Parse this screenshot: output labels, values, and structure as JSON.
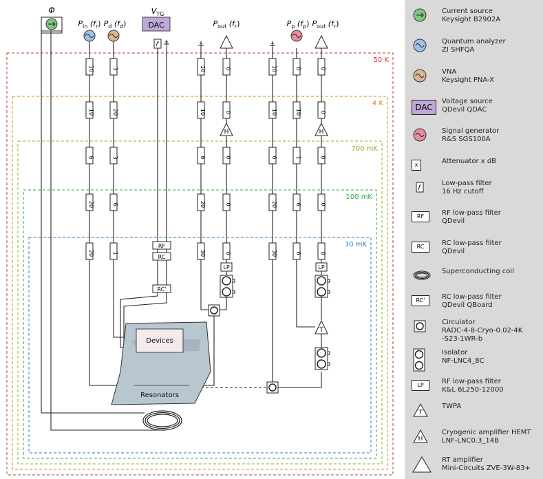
{
  "sources": {
    "phi": "Φ",
    "pin_main": "P",
    "pin_sub": "in",
    "pin_arg": " (f",
    "pin_arg_sub": "r",
    "pin_end": ")",
    "pd_main": "P",
    "pd_sub": "d",
    "pd_arg": " (f",
    "pd_arg_sub": "d",
    "pd_end": ")",
    "vtg_main": "V",
    "vtg_sub": "TG",
    "dac": "DAC",
    "pout1_main": "P",
    "pout1_sub": "out",
    "pout1_arg": " (f",
    "pout1_arg_sub": "r",
    "pout1_end": ")",
    "pp_main": "P",
    "pp_sub": "p",
    "pp_arg": " (f",
    "pp_arg_sub": "p",
    "pp_end": ")",
    "pout2_main": "P",
    "pout2_sub": "out",
    "pout2_arg": " (f",
    "pout2_arg_sub": "r",
    "pout2_end": ")"
  },
  "stages": {
    "s50k": "50 K",
    "s4k": "4 K",
    "s700mk": "700 mK",
    "s100mk": "100 mK",
    "s30mk": "30 mK",
    "colors": {
      "s50k": "#c0392b",
      "s4k": "#d4861a",
      "s700mk": "#9aab1c",
      "s100mk": "#2eaa3a",
      "s30mk": "#2a7bbf"
    }
  },
  "attenuators": {
    "pin": [
      "10",
      "10",
      "6",
      "20",
      "20"
    ],
    "pd": [
      "3",
      "20",
      "3",
      "6",
      "1"
    ],
    "line_a": [
      "10",
      "10",
      "6",
      "20",
      "30"
    ],
    "pout1": [
      "0",
      "0",
      "0",
      "0",
      "0"
    ],
    "line_b": [
      "10",
      "10",
      "6",
      "20",
      "30"
    ],
    "pp": [
      "0",
      "10",
      "1",
      "6",
      "6"
    ],
    "pout2": [
      "0",
      "0",
      "0",
      "0",
      "0"
    ]
  },
  "components": {
    "rf": "RF",
    "rc": "RC",
    "rc_prime": "RC'",
    "lp1": "LP",
    "lp2": "LP",
    "hemt": "H",
    "twpa": "T",
    "devices": "Devices",
    "resonators": "Resonators"
  },
  "legend": [
    {
      "icon": "current-source",
      "line1": "Current source",
      "line2": "Keysight B2902A"
    },
    {
      "icon": "quantum-analyzer",
      "line1": "Quantum analyzer",
      "line2": "ZI SHFQA"
    },
    {
      "icon": "vna",
      "line1": "VNA",
      "line2": "Keysight PNA-X"
    },
    {
      "icon": "dac",
      "label": "DAC",
      "line1": "Voltage source",
      "line2": "QDevil QDAC"
    },
    {
      "icon": "signal-generator",
      "line1": "Signal generator",
      "line2": "R&S SGS100A"
    },
    {
      "icon": "attenuator",
      "label": "x",
      "line1": "Attenuator x dB",
      "line2": ""
    },
    {
      "icon": "low-pass-filter",
      "line1": "Low-pass filter",
      "line2": "16 Hz cutoff"
    },
    {
      "icon": "rf-filter",
      "label": "RF",
      "line1": "RF low-pass filter",
      "line2": "QDevil"
    },
    {
      "icon": "rc-filter",
      "label": "RC",
      "line1": "RC low-pass filter",
      "line2": "QDevil"
    },
    {
      "icon": "coil",
      "line1": "Superconducting coil",
      "line2": ""
    },
    {
      "icon": "rc-prime-filter",
      "label": "RC'",
      "line1": "RC low-pass filter",
      "line2": "QDevil QBoard"
    },
    {
      "icon": "circulator",
      "line1": "Circulator",
      "line2": "RADC-4-8-Cryo-0.02-4K",
      "line3": "-S23-1WR-b"
    },
    {
      "icon": "isolator",
      "line1": "Isolator",
      "line2": "NF-LNC4_8C"
    },
    {
      "icon": "lp-filter",
      "label": "LP",
      "line1": "RF low-pass filter",
      "line2": "K&L 6L250-12000"
    },
    {
      "icon": "twpa",
      "label": "T",
      "line1": "TWPA",
      "line2": ""
    },
    {
      "icon": "hemt",
      "label": "H",
      "line1": "Cryogenic amplifier HEMT",
      "line2": "LNF-LNC0.3_14B"
    },
    {
      "icon": "rt-amplifier",
      "line1": "RT amplifier",
      "line2": "Mini-Circuits ZVE-3W-83+"
    }
  ]
}
